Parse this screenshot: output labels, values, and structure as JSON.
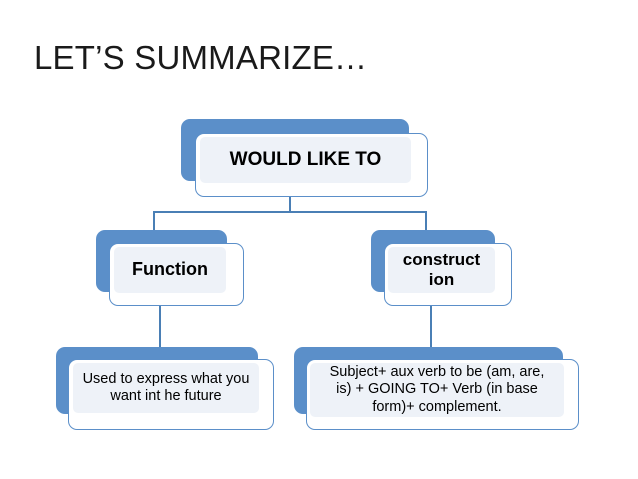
{
  "slide": {
    "title": "LET’S SUMMARIZE…",
    "background_color": "#ffffff"
  },
  "theme": {
    "shadow_plate_color": "#5b8fc9",
    "frame_border_color": "#5b8fc9",
    "panel_fill_color": "#eef2f8",
    "connector_color": "#4a7fb5",
    "text_color": "#000000"
  },
  "diagram": {
    "type": "hierarchy",
    "root": {
      "label": "WOULD LIKE TO"
    },
    "branches": [
      {
        "label": "Function",
        "detail": "Used to express what you want int he future"
      },
      {
        "label": "construct ion",
        "label_line1": "construct",
        "label_line2": "ion",
        "detail_line1": "Subject+ aux verb to be (am, are,",
        "detail_line2": "is) + GOING TO+ Verb (in base",
        "detail_line3": "form)+ complement."
      }
    ]
  }
}
